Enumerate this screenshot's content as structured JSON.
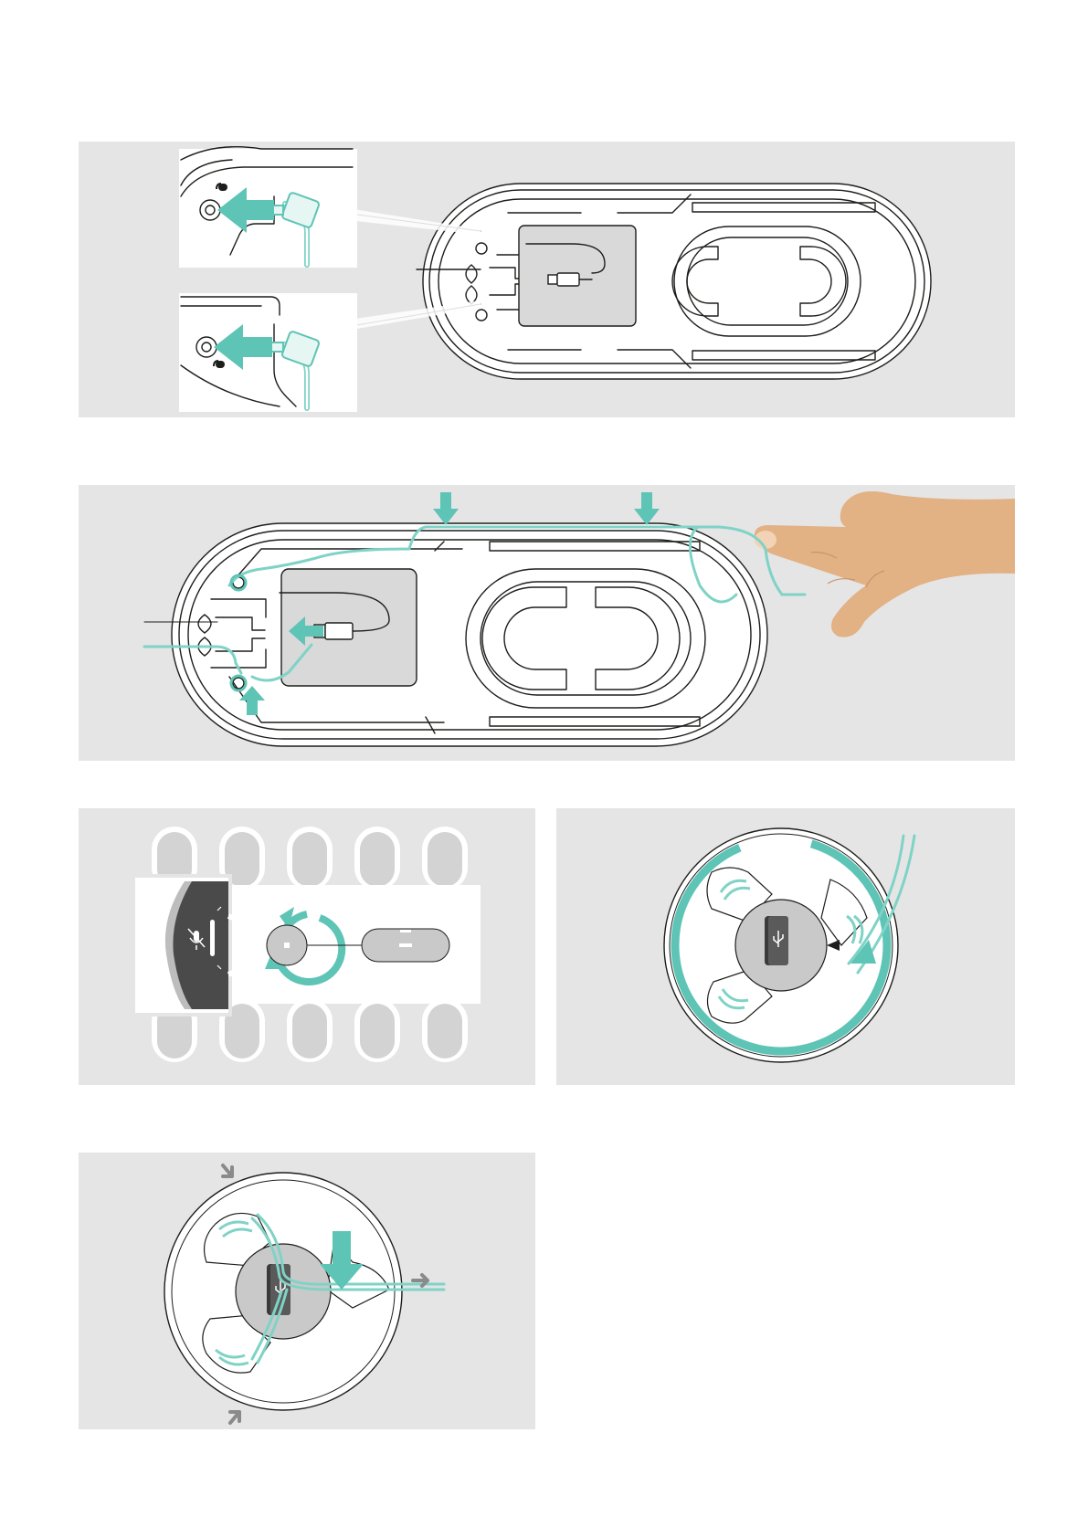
{
  "page": {
    "background": "#ffffff",
    "panel_background": "#e5e5e6",
    "accent_color": "#5ec4b6",
    "cable_color": "#7fd3c6",
    "line_color": "#1d1d1b"
  },
  "icons": {
    "headset_port": "headset-mic-icon",
    "usb": "usb-icon",
    "mic_mute": "mic-mute-icon",
    "rotate": "rotate-arrow-icon"
  },
  "figures": [
    {
      "id": "fig-1",
      "content": "connect-cables-to-ports"
    },
    {
      "id": "fig-2",
      "content": "route-cable-through-channel"
    },
    {
      "id": "fig-3",
      "content": "rotate-speaker-cover"
    },
    {
      "id": "fig-4",
      "content": "wind-cable-around-spool"
    },
    {
      "id": "fig-5",
      "content": "press-down-usb-dongle"
    }
  ]
}
